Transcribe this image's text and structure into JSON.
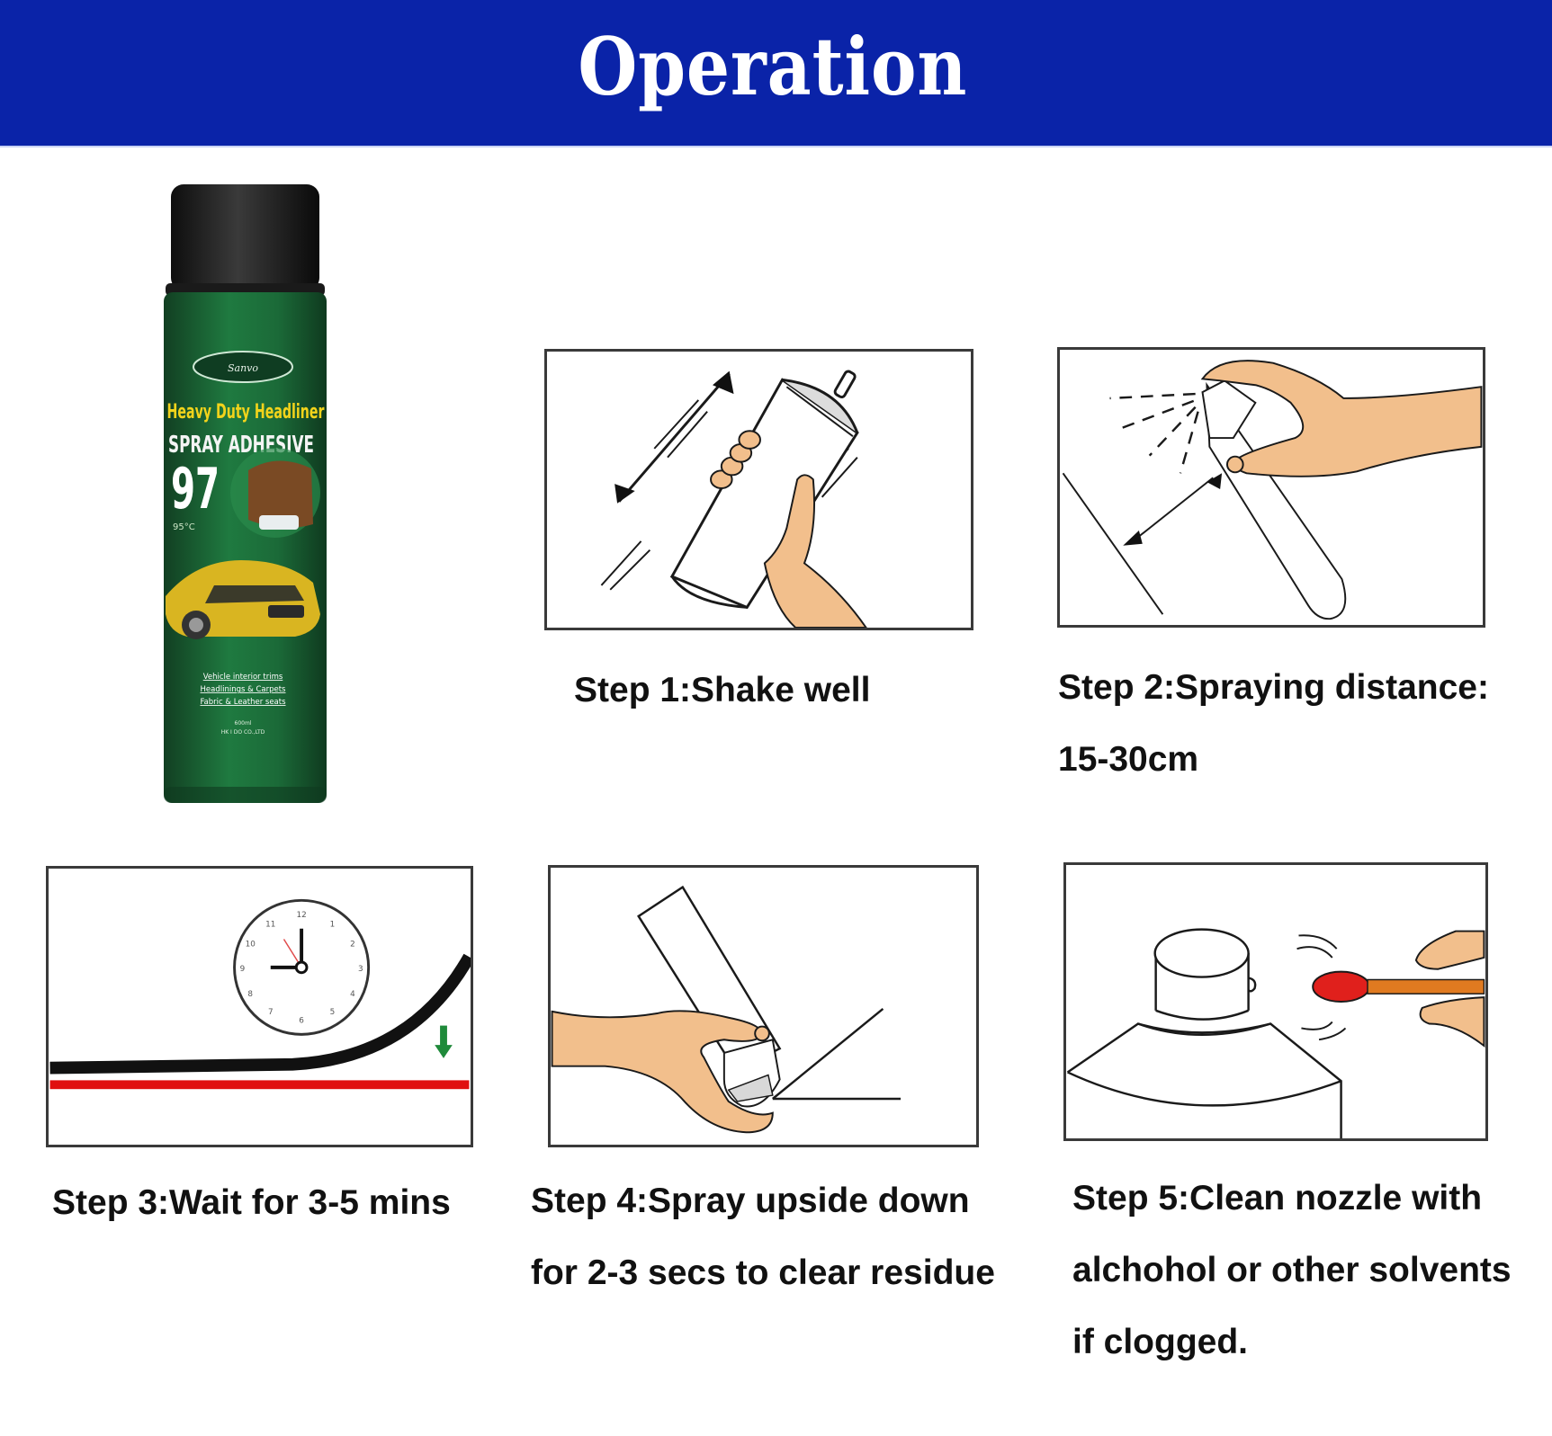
{
  "header": {
    "title": "Operation",
    "background_color": "#0a23a8",
    "text_color": "#ffffff"
  },
  "product": {
    "brand_logo_text": "Sanvo",
    "line1": "Heavy Duty Headliner",
    "line2": "SPRAY ADHESIVE",
    "number": "97",
    "temp_note": "95°C",
    "uses": [
      "Vehicle interior trims",
      "Headlinings & Carpets",
      "Fabric & Leather seats"
    ],
    "volume": "600ml",
    "maker": "HK I DO CO.,LTD",
    "colors": {
      "cap": "#1c1c1c",
      "body": "#1f6b3a",
      "accent": "#f2d31b",
      "car": "#d9b521"
    }
  },
  "steps": [
    {
      "id": 1,
      "illustration": "shake-can-illustration",
      "caption_lines": [
        "Step 1:Shake well"
      ]
    },
    {
      "id": 2,
      "illustration": "spray-distance-illustration",
      "caption_lines": [
        "Step 2:Spraying distance:",
        "15-30cm"
      ]
    },
    {
      "id": 3,
      "illustration": "wait-clock-illustration",
      "caption_lines": [
        "Step 3:Wait for 3-5 mins"
      ]
    },
    {
      "id": 4,
      "illustration": "spray-upside-down-illustration",
      "caption_lines": [
        "Step 4:Spray upside down",
        "for 2-3 secs to clear residue"
      ]
    },
    {
      "id": 5,
      "illustration": "clean-nozzle-illustration",
      "caption_lines": [
        "Step 5:Clean nozzle with",
        "alchohol or other solvents",
        "if clogged."
      ]
    }
  ],
  "colors": {
    "skin": "#f2bf8c",
    "outline": "#1a1a1a",
    "red_line": "#e01010",
    "green_arrow": "#1f8a3a",
    "swab_tip": "#e0201c",
    "swab_stick": "#e07a20"
  }
}
